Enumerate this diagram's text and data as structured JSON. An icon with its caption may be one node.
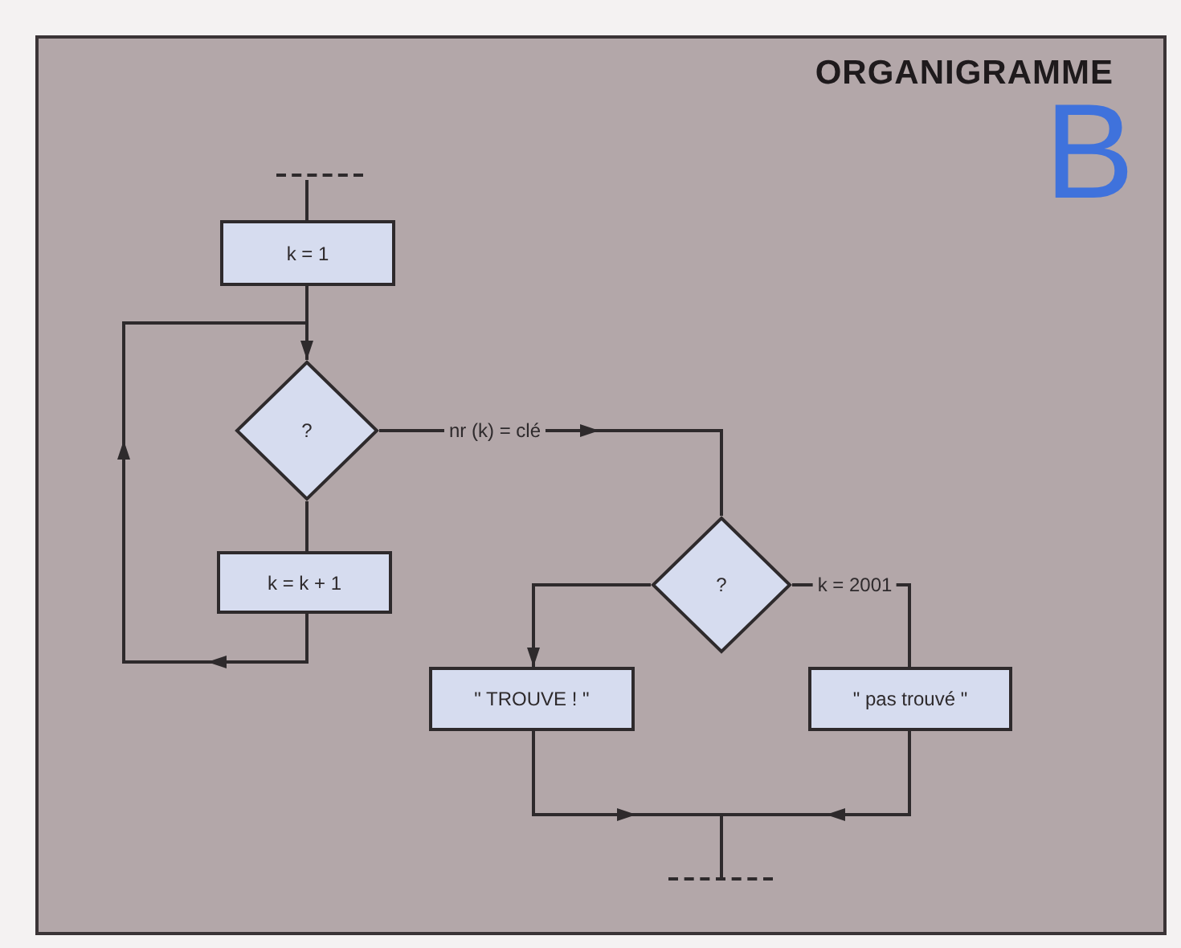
{
  "diagram": {
    "title": "ORGANIGRAMME",
    "nodes": [
      {
        "text": [],
        "shape": "bar"
      },
      {
        "text": [
          "k = 1"
        ]
      },
      {
        "text": [
          "?"
        ]
      },
      {
        "text": [
          "k = k + 1"
        ]
      },
      {
        "text": [
          "?"
        ]
      },
      {
        "text": [
          "\" TROUVE ! \""
        ]
      },
      {
        "text": [
          "\" pas trouvé \""
        ]
      },
      {
        "text": [],
        "shape": "bar"
      }
    ],
    "edges": [
      {
        "from": 0,
        "to": 1,
        "arrow": "none"
      },
      {
        "from": 1,
        "to": 2,
        "arrow": "none"
      },
      {
        "from": 2,
        "to": 3,
        "arrow": "none"
      },
      {
        "from": 3,
        "to": 2,
        "arrow": "to"
      },
      {
        "from": 2,
        "to": 4,
        "arrow": "to",
        "label": "nr (k) = clé"
      },
      {
        "from": 4,
        "to": 5,
        "arrow": "to"
      },
      {
        "from": 4,
        "to": 6,
        "arrow": "none",
        "label": "k = 2001"
      },
      {
        "from": 5,
        "to": 7,
        "arrow": "to"
      },
      {
        "from": 6,
        "to": 7,
        "arrow": "to"
      }
    ],
    "labels": [
      "B"
    ]
  }
}
